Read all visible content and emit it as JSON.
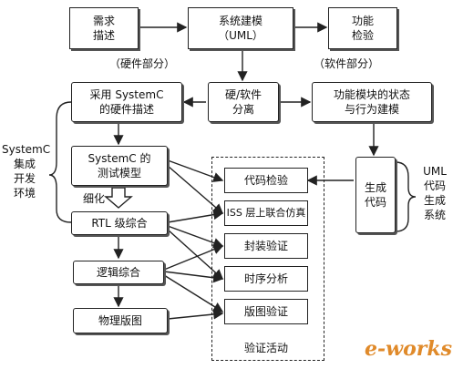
{
  "nodes": {
    "requirements": [
      "需求",
      "描述"
    ],
    "system_modeling": [
      "系统建模",
      "（UML）"
    ],
    "function_check": [
      "功能",
      "检验"
    ],
    "hardware_part": "（硬件部分）",
    "software_part": "（软件部分）",
    "systemc_hw_desc": [
      "采用 SystemC",
      "的硬件描述"
    ],
    "hw_sw_partition": [
      "硬/软件",
      "分离"
    ],
    "state_behavior_model": [
      "功能模块的状态",
      "与行为建模"
    ],
    "systemc_test_model": [
      "SystemC 的",
      "测试模型"
    ],
    "refine": "细化",
    "rtl_synthesis": "RTL 级综合",
    "logic_synthesis": "逻辑综合",
    "physical_layout": "物理版图",
    "generate_code": [
      "生成",
      "代码"
    ],
    "systemc_env": [
      "SystemC",
      "集成",
      "开发",
      "环境"
    ],
    "uml_codegen": [
      "UML",
      "代码",
      "生成",
      "系统"
    ]
  },
  "verification": {
    "items": [
      "代码检验",
      "ISS 层上联合仿真",
      "封装验证",
      "时序分析",
      "版图验证"
    ],
    "caption": "验证活动"
  },
  "watermark": "e-works"
}
